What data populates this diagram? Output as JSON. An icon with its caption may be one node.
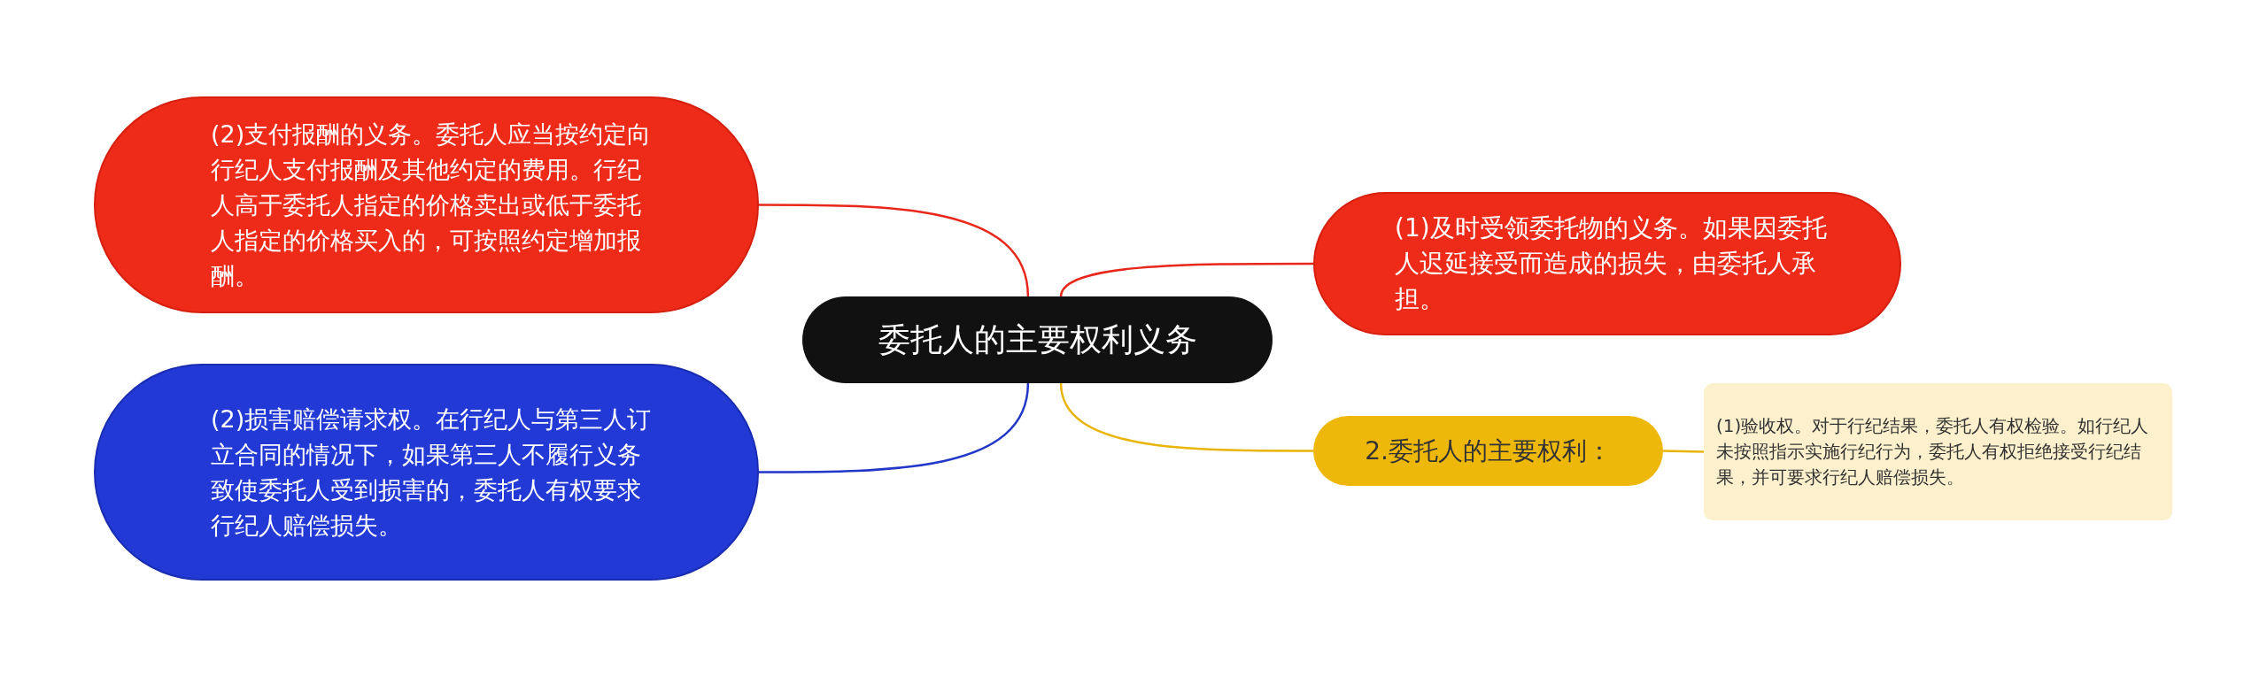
{
  "diagram": {
    "nodes": [
      {
        "text": [
          "委托人的主要权利义务"
        ]
      },
      {
        "text": [
          "(2)支付报酬的义务。委托人应当按约定向行纪人支付报酬及其他约定的费用。行纪人高于委托人指定的价格卖出或低于委托人指定的价格买入的，可按照约定增加报酬。"
        ]
      },
      {
        "text": [
          "(2)损害赔偿请求权。在行纪人与第三人订立合同的情况下，如果第三人不履行义务致使委托人受到损害的，委托人有权要求行纪人赔偿损失。"
        ]
      },
      {
        "text": [
          "(1)及时受领委托物的义务。如果因委托人迟延接受而造成的损失，由委托人承担。"
        ]
      },
      {
        "text": [
          "2.委托人的主要权利："
        ]
      },
      {
        "text": [
          "(1)验收权。对于行纪结果，委托人有权检验。如行纪人未按照指示实施行纪行为，委托人有权拒绝接受行纪结果，并可要求行纪人赔偿损失。"
        ]
      }
    ],
    "edges": [
      {
        "from": 0,
        "to": 1,
        "arrow": "none",
        "color": "#e8271a"
      },
      {
        "from": 0,
        "to": 2,
        "arrow": "none",
        "color": "#2236c8"
      },
      {
        "from": 0,
        "to": 3,
        "arrow": "none",
        "color": "#e8271a"
      },
      {
        "from": 0,
        "to": 4,
        "arrow": "none",
        "color": "#eab308"
      },
      {
        "from": 4,
        "to": 5,
        "arrow": "none",
        "color": "#eab308"
      }
    ]
  }
}
